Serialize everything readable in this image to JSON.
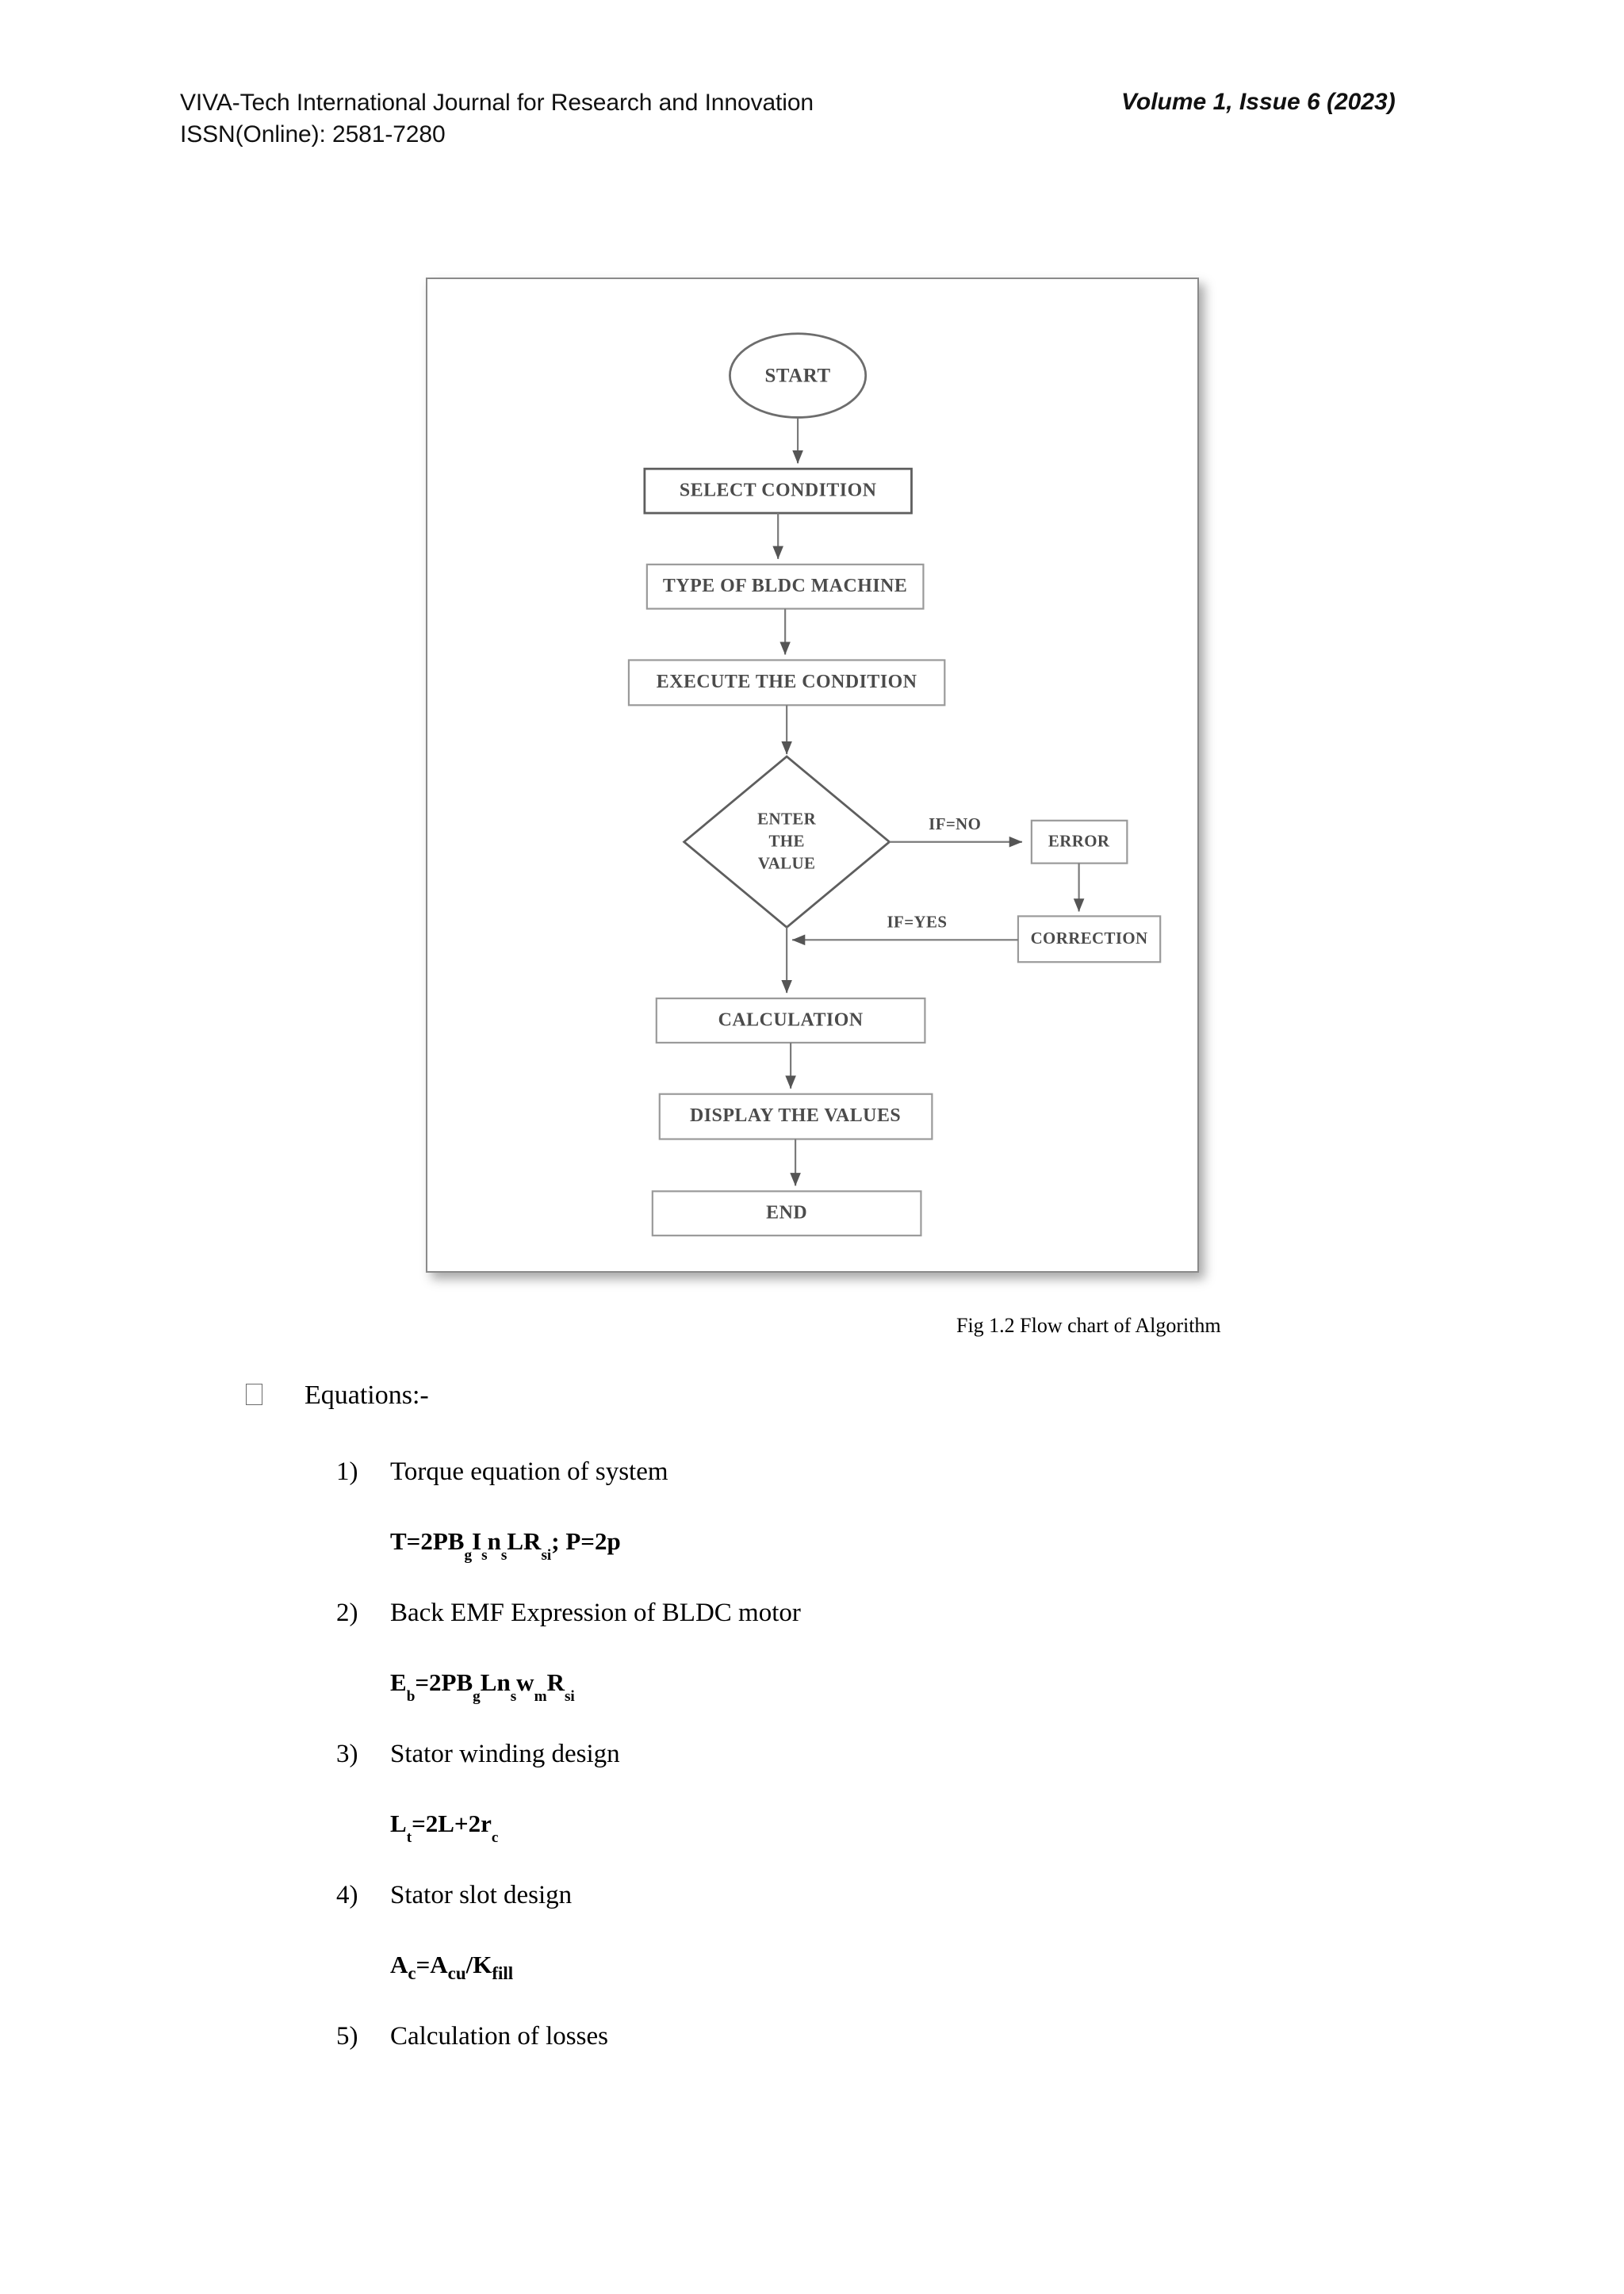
{
  "header": {
    "journal_line1": "VIVA-Tech International Journal for Research and Innovation",
    "journal_line2": "ISSN(Online): 2581-7280",
    "volume": "Volume 1, Issue 6 (2023)"
  },
  "figure": {
    "caption": "Fig 1.2 Flow chart of Algorithm",
    "nodes": {
      "start": "START",
      "select_condition": "SELECT CONDITION",
      "type_of_machine": "TYPE OF BLDC MACHINE",
      "execute_condition": "EXECUTE THE CONDITION",
      "decision_line1": "ENTER",
      "decision_line2": "THE",
      "decision_line3": "VALUE",
      "error": "ERROR",
      "correction": "CORRECTION",
      "calculation": "CALCULATION",
      "display_values": "DISPLAY THE VALUES",
      "end": "END"
    },
    "edge_labels": {
      "if_no": "IF=NO",
      "if_yes": "IF=YES"
    }
  },
  "body": {
    "equations_heading": "Equations:-",
    "equations": [
      {
        "number": "1)",
        "title": "Torque equation of system",
        "formula_html": "T=2PB<sub>g</sub>I<sub>s</sub>n<sub>s</sub>LR<sub>si</sub>; P=2p",
        "formula_plain": "T=2PBgIsnsLRsi; P=2p"
      },
      {
        "number": "2)",
        "title": "Back EMF Expression of BLDC motor",
        "formula_html": "E<sub>b</sub>=2PB<sub>g</sub>Ln<sub>s</sub>w<sub>m</sub>R<sub>si</sub>",
        "formula_plain": "Eb=2PBgLnswmRsi"
      },
      {
        "number": "3)",
        "title": "Stator winding design",
        "formula_html": "L<sub>t</sub>=2L+2r<sub>c</sub>",
        "formula_plain": "Lt=2L+2rc"
      },
      {
        "number": "4)",
        "title": "Stator slot design",
        "formula_html": "A<sub>c</sub>=A<sub>cu</sub>/K<sub>fill</sub>",
        "formula_plain": "Ac=Acu/Kfill"
      },
      {
        "number": "5)",
        "title": "Calculation of losses",
        "formula_html": "",
        "formula_plain": ""
      }
    ]
  }
}
